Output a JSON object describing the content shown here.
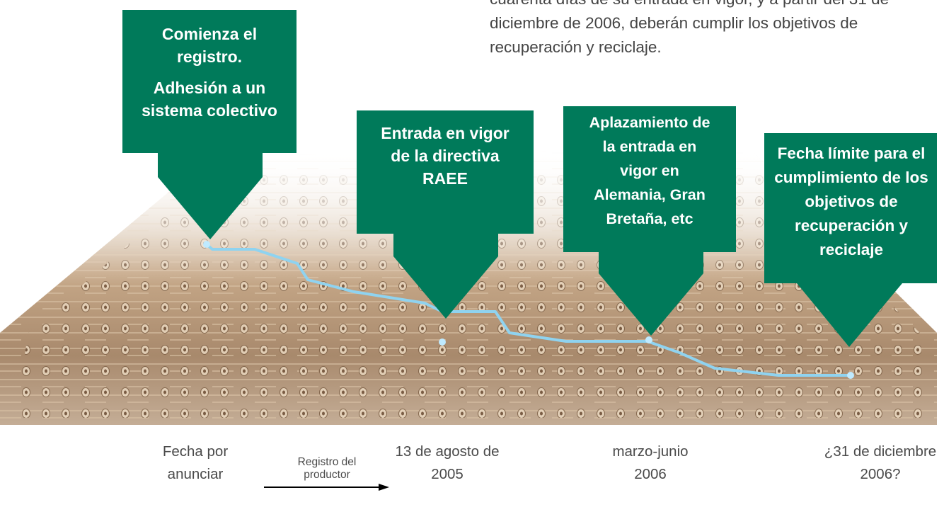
{
  "intro_text": "cuarenta días de su entrada en vigor, y a partir del 31 de diciembre de 2006, deberán cumplir los objetivos de recuperación y reciclaje.",
  "callouts": [
    {
      "line1": "Comienza el registro.",
      "line2": "Adhesión a un sistema colectivo"
    },
    {
      "line1": "Entrada en vigor de la directiva RAEE"
    },
    {
      "line1": "Aplazamiento de la entrada en vigor en Alemania, Gran Bretaña, etc"
    },
    {
      "line1": "Fecha límite para el cumplimiento de los objetivos de recuperación y reciclaje"
    }
  ],
  "timeline": {
    "dates": [
      "Fecha por anunciar",
      "13 de agosto de 2005",
      "marzo-junio 2006",
      "¿31 de diciembre 2006?"
    ],
    "arrow_label": "Registro del productor"
  },
  "colors": {
    "callout_green": "#007a5a",
    "trace_blue": "#8fd3f0",
    "board_copper": "#b89a7a"
  }
}
